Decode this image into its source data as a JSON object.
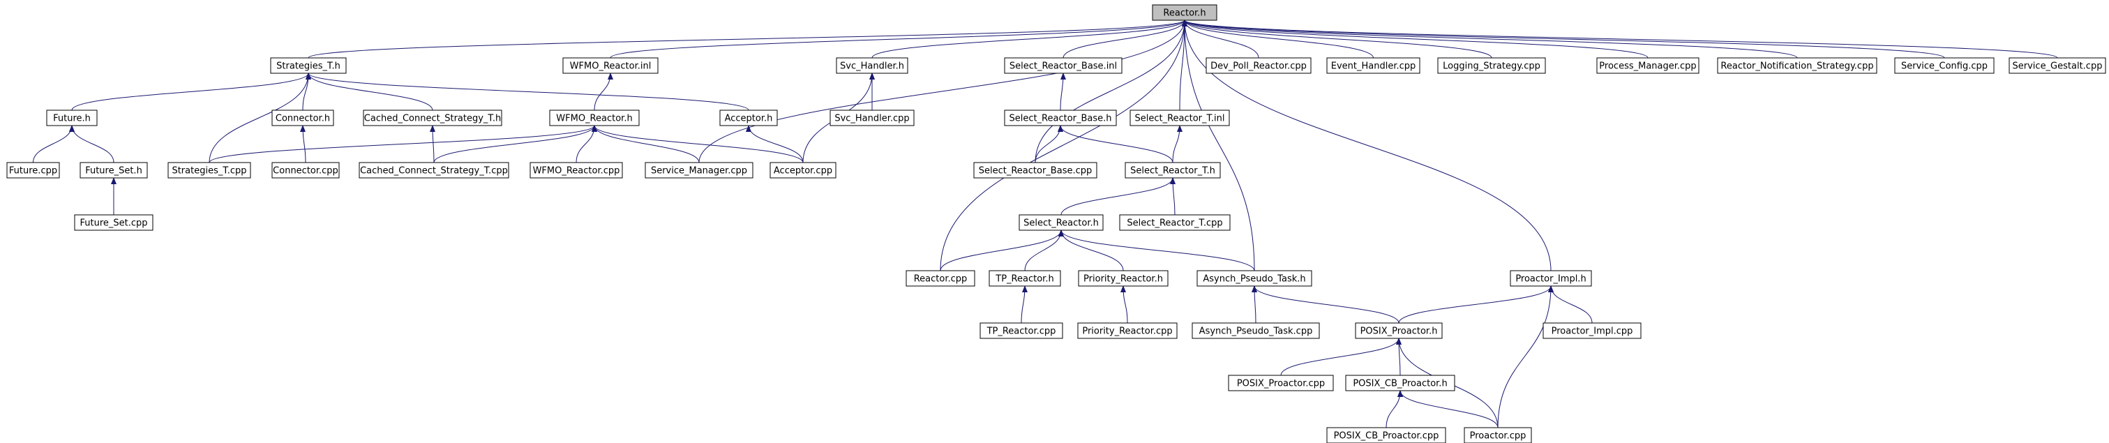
{
  "graph": {
    "edge_color": "#191970",
    "root_fill": "#bfbfbf",
    "node_fill": "#ffffff",
    "nodes": [
      {
        "id": "n0",
        "label": "Reactor.h",
        "root": true
      },
      {
        "id": "n1",
        "label": "Strategies_T.h"
      },
      {
        "id": "n2",
        "label": "WFMO_Reactor.inl"
      },
      {
        "id": "n3",
        "label": "Svc_Handler.h"
      },
      {
        "id": "n4",
        "label": "Select_Reactor_Base.inl"
      },
      {
        "id": "n5",
        "label": "Dev_Poll_Reactor.cpp"
      },
      {
        "id": "n6",
        "label": "Event_Handler.cpp"
      },
      {
        "id": "n7",
        "label": "Logging_Strategy.cpp"
      },
      {
        "id": "n8",
        "label": "Process_Manager.cpp"
      },
      {
        "id": "n9",
        "label": "Reactor_Notification_Strategy.cpp"
      },
      {
        "id": "n10",
        "label": "Service_Config.cpp"
      },
      {
        "id": "n11",
        "label": "Service_Gestalt.cpp"
      },
      {
        "id": "n12",
        "label": "Future.h"
      },
      {
        "id": "n13",
        "label": "Connector.h"
      },
      {
        "id": "n14",
        "label": "Cached_Connect_Strategy_T.h"
      },
      {
        "id": "n15",
        "label": "WFMO_Reactor.h"
      },
      {
        "id": "n16",
        "label": "Acceptor.h"
      },
      {
        "id": "n17",
        "label": "Svc_Handler.cpp"
      },
      {
        "id": "n18",
        "label": "Select_Reactor_Base.h"
      },
      {
        "id": "n19",
        "label": "Select_Reactor_T.inl"
      },
      {
        "id": "n20",
        "label": "Future.cpp"
      },
      {
        "id": "n21",
        "label": "Future_Set.h"
      },
      {
        "id": "n22",
        "label": "Strategies_T.cpp"
      },
      {
        "id": "n23",
        "label": "Connector.cpp"
      },
      {
        "id": "n24",
        "label": "Cached_Connect_Strategy_T.cpp"
      },
      {
        "id": "n25",
        "label": "WFMO_Reactor.cpp"
      },
      {
        "id": "n26",
        "label": "Service_Manager.cpp"
      },
      {
        "id": "n27",
        "label": "Acceptor.cpp"
      },
      {
        "id": "n28",
        "label": "Select_Reactor_Base.cpp"
      },
      {
        "id": "n29",
        "label": "Select_Reactor_T.h"
      },
      {
        "id": "n30",
        "label": "Future_Set.cpp"
      },
      {
        "id": "n31",
        "label": "Select_Reactor.h"
      },
      {
        "id": "n32",
        "label": "Select_Reactor_T.cpp"
      },
      {
        "id": "n33",
        "label": "Reactor.cpp"
      },
      {
        "id": "n34",
        "label": "TP_Reactor.h"
      },
      {
        "id": "n35",
        "label": "Priority_Reactor.h"
      },
      {
        "id": "n36",
        "label": "Asynch_Pseudo_Task.h"
      },
      {
        "id": "n37",
        "label": "Proactor_Impl.h"
      },
      {
        "id": "n38",
        "label": "TP_Reactor.cpp"
      },
      {
        "id": "n39",
        "label": "Priority_Reactor.cpp"
      },
      {
        "id": "n40",
        "label": "Asynch_Pseudo_Task.cpp"
      },
      {
        "id": "n41",
        "label": "POSIX_Proactor.h"
      },
      {
        "id": "n42",
        "label": "Proactor_Impl.cpp"
      },
      {
        "id": "n43",
        "label": "POSIX_Proactor.cpp"
      },
      {
        "id": "n44",
        "label": "POSIX_CB_Proactor.h"
      },
      {
        "id": "n45",
        "label": "POSIX_CB_Proactor.cpp"
      },
      {
        "id": "n46",
        "label": "Proactor.cpp"
      }
    ],
    "edges": [
      [
        "n0",
        "n1"
      ],
      [
        "n0",
        "n2"
      ],
      [
        "n0",
        "n3"
      ],
      [
        "n0",
        "n4"
      ],
      [
        "n0",
        "n5"
      ],
      [
        "n0",
        "n6"
      ],
      [
        "n0",
        "n7"
      ],
      [
        "n0",
        "n8"
      ],
      [
        "n0",
        "n9"
      ],
      [
        "n0",
        "n10"
      ],
      [
        "n0",
        "n11"
      ],
      [
        "n0",
        "n26"
      ],
      [
        "n0",
        "n33"
      ],
      [
        "n0",
        "n28"
      ],
      [
        "n0",
        "n19"
      ],
      [
        "n0",
        "n36"
      ],
      [
        "n0",
        "n37"
      ],
      [
        "n1",
        "n12"
      ],
      [
        "n1",
        "n22"
      ],
      [
        "n1",
        "n13"
      ],
      [
        "n1",
        "n14"
      ],
      [
        "n1",
        "n16"
      ],
      [
        "n2",
        "n15"
      ],
      [
        "n3",
        "n17"
      ],
      [
        "n3",
        "n27"
      ],
      [
        "n4",
        "n18"
      ],
      [
        "n12",
        "n20"
      ],
      [
        "n12",
        "n21"
      ],
      [
        "n13",
        "n23"
      ],
      [
        "n14",
        "n24"
      ],
      [
        "n15",
        "n22"
      ],
      [
        "n15",
        "n24"
      ],
      [
        "n15",
        "n25"
      ],
      [
        "n15",
        "n26"
      ],
      [
        "n15",
        "n27"
      ],
      [
        "n16",
        "n27"
      ],
      [
        "n18",
        "n28"
      ],
      [
        "n18",
        "n29"
      ],
      [
        "n19",
        "n29"
      ],
      [
        "n21",
        "n30"
      ],
      [
        "n29",
        "n31"
      ],
      [
        "n29",
        "n32"
      ],
      [
        "n31",
        "n33"
      ],
      [
        "n31",
        "n34"
      ],
      [
        "n31",
        "n35"
      ],
      [
        "n31",
        "n36"
      ],
      [
        "n34",
        "n38"
      ],
      [
        "n35",
        "n39"
      ],
      [
        "n36",
        "n40"
      ],
      [
        "n36",
        "n41"
      ],
      [
        "n37",
        "n41"
      ],
      [
        "n37",
        "n42"
      ],
      [
        "n37",
        "n46"
      ],
      [
        "n41",
        "n43"
      ],
      [
        "n41",
        "n44"
      ],
      [
        "n41",
        "n46"
      ],
      [
        "n44",
        "n45"
      ],
      [
        "n44",
        "n46"
      ]
    ]
  }
}
